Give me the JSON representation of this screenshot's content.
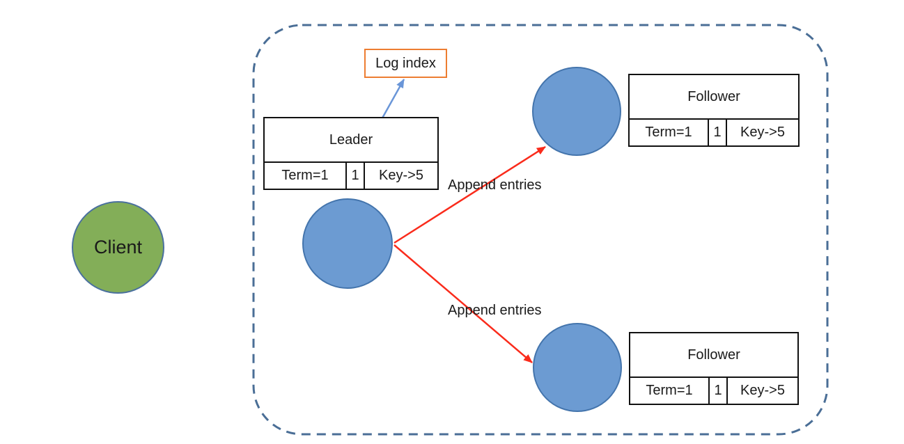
{
  "colors": {
    "client_fill": "#83AE58",
    "client_stroke": "#4A709E",
    "node_fill": "#6C9BD2",
    "node_stroke": "#4374AC",
    "cluster_dash": "#4A6E96",
    "log_index_border": "#ED7D31",
    "append_arrow": "#FA2B1B",
    "log_index_arrow": "#6A96D8",
    "table_border": "#111111",
    "text": "#1A1A1A"
  },
  "diagram": {
    "client": {
      "label": "Client"
    },
    "log_index": {
      "label": "Log index"
    },
    "leader_table": {
      "title": "Leader",
      "cells": [
        "Term=1",
        "1",
        "Key->5"
      ]
    },
    "follower_top_table": {
      "title": "Follower",
      "cells": [
        "Term=1",
        "1",
        "Key->5"
      ]
    },
    "follower_bottom_table": {
      "title": "Follower",
      "cells": [
        "Term=1",
        "1",
        "Key->5"
      ]
    },
    "labels": {
      "append_entries_top": "Append entries",
      "append_entries_bottom": "Append entries"
    }
  }
}
